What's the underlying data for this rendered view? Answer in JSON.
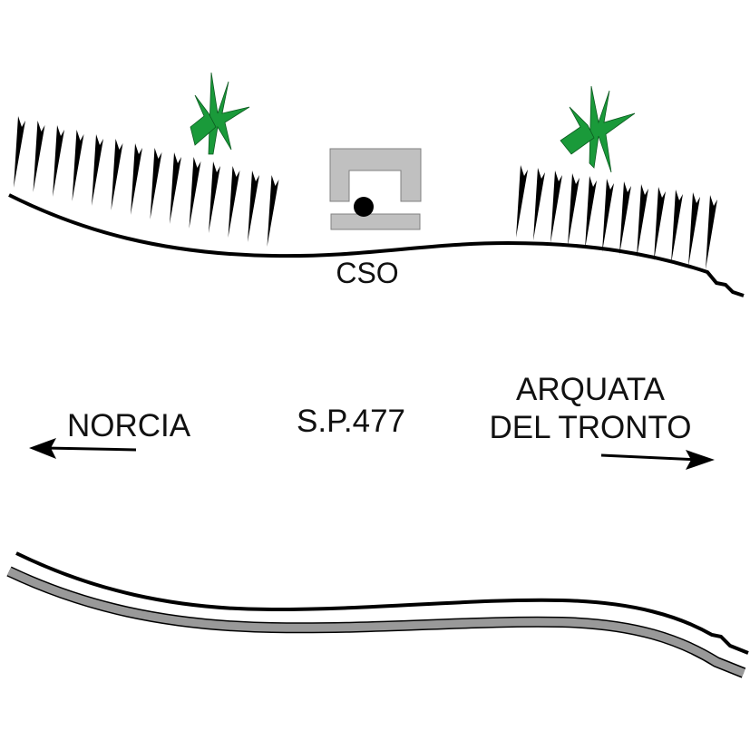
{
  "labels": {
    "cso": "CSO",
    "road": "S.P.477",
    "left_destination": "NORCIA",
    "right_destination_line1": "ARQUATA",
    "right_destination_line2": "DEL TRONTO"
  },
  "colors": {
    "line": "#000000",
    "structure": "#c0c0c0",
    "vegetation": "#1a9a3a",
    "road_edge": "#9a9a9a"
  }
}
